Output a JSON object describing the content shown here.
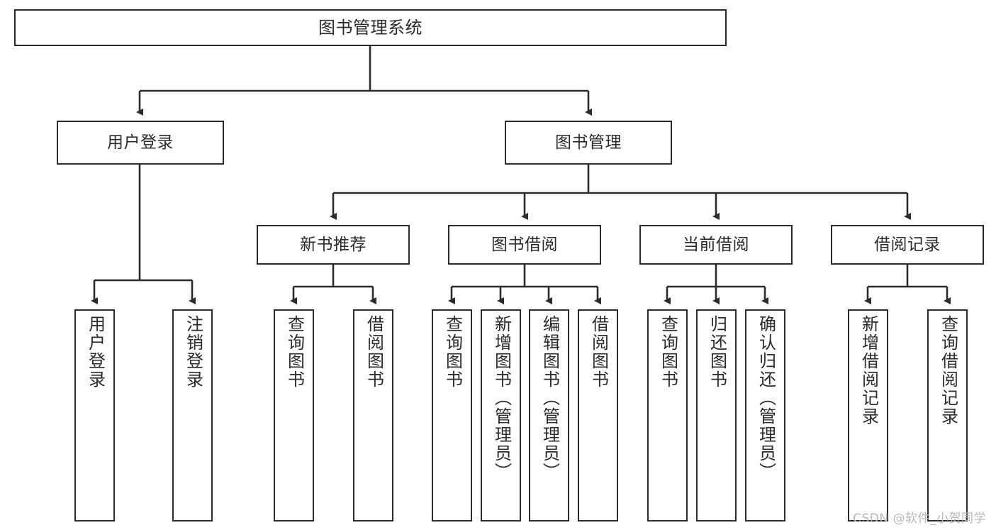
{
  "diagram": {
    "title": "图书管理系统",
    "watermark": "CSDN @软件_小贺同学",
    "line_color": "#2b2b2b",
    "text_color": "#2b2b2b",
    "background": "#ffffff",
    "nodes": {
      "root": {
        "label": "图书管理系统"
      },
      "l2": [
        {
          "label": "用户登录"
        },
        {
          "label": "图书管理"
        }
      ],
      "l3": [
        {
          "label": "新书推荐"
        },
        {
          "label": "图书借阅"
        },
        {
          "label": "当前借阅"
        },
        {
          "label": "借阅记录"
        }
      ],
      "leaves": {
        "user_login": [
          {
            "label": "用户登录"
          },
          {
            "label": "注销登录"
          }
        ],
        "new_book": [
          {
            "label": "查询图书"
          },
          {
            "label": "借阅图书"
          }
        ],
        "borrow_book": [
          {
            "label": "查询图书"
          },
          {
            "label": "新增图书（管理员）"
          },
          {
            "label": "编辑图书（管理员）"
          },
          {
            "label": "借阅图书"
          }
        ],
        "current_borrow": [
          {
            "label": "查询图书"
          },
          {
            "label": "归还图书"
          },
          {
            "label": "确认归还（管理员）"
          }
        ],
        "borrow_record": [
          {
            "label": "新增借阅记录"
          },
          {
            "label": "查询借阅记录"
          }
        ]
      }
    }
  }
}
